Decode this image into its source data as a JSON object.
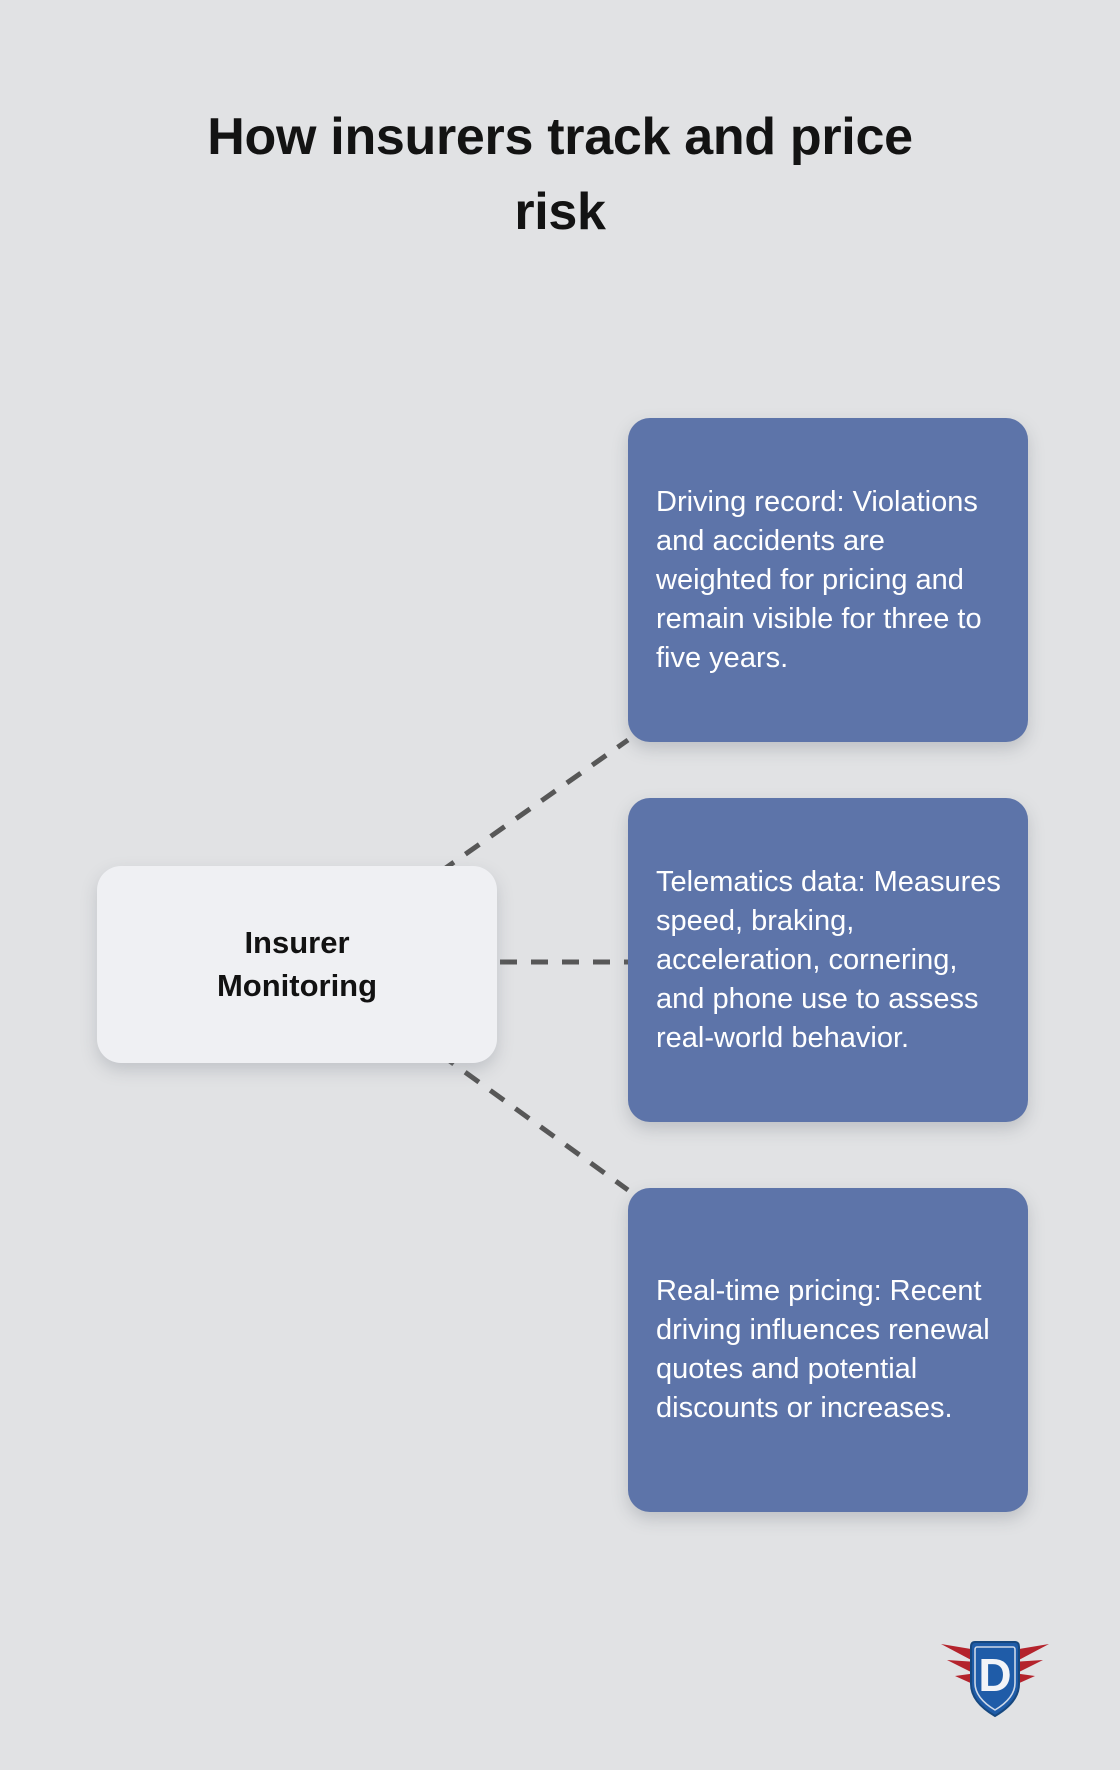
{
  "page": {
    "title_line1": "How insurers track and price",
    "title_line2": "risk",
    "background_color": "#e1e2e4",
    "accent_color": "#5d74a9",
    "center_node_color": "#eff0f3",
    "connector_color": "#575757"
  },
  "diagram": {
    "type": "hub-and-spoke",
    "center": {
      "label": "Insurer\nMonitoring",
      "label_line1": "Insurer",
      "label_line2": "Monitoring"
    },
    "branches": [
      {
        "id": "driving-record",
        "text": "Driving record: Violations and accidents are weighted for pricing and remain visible for three to five years.",
        "connector": "diagonal-up-right"
      },
      {
        "id": "telematics-data",
        "text": "Telematics data: Measures speed, braking, acceleration, cornering, and phone use to assess real-world behavior.",
        "connector": "horizontal"
      },
      {
        "id": "real-time-pricing",
        "text": "Real-time pricing: Recent driving influences renewal quotes and potential discounts or increases.",
        "connector": "diagonal-down-right"
      }
    ]
  },
  "logo": {
    "name": "shield-wings-logo",
    "letter": "D",
    "shield_color": "#1f5ca8",
    "wing_color": "#b4232c"
  }
}
